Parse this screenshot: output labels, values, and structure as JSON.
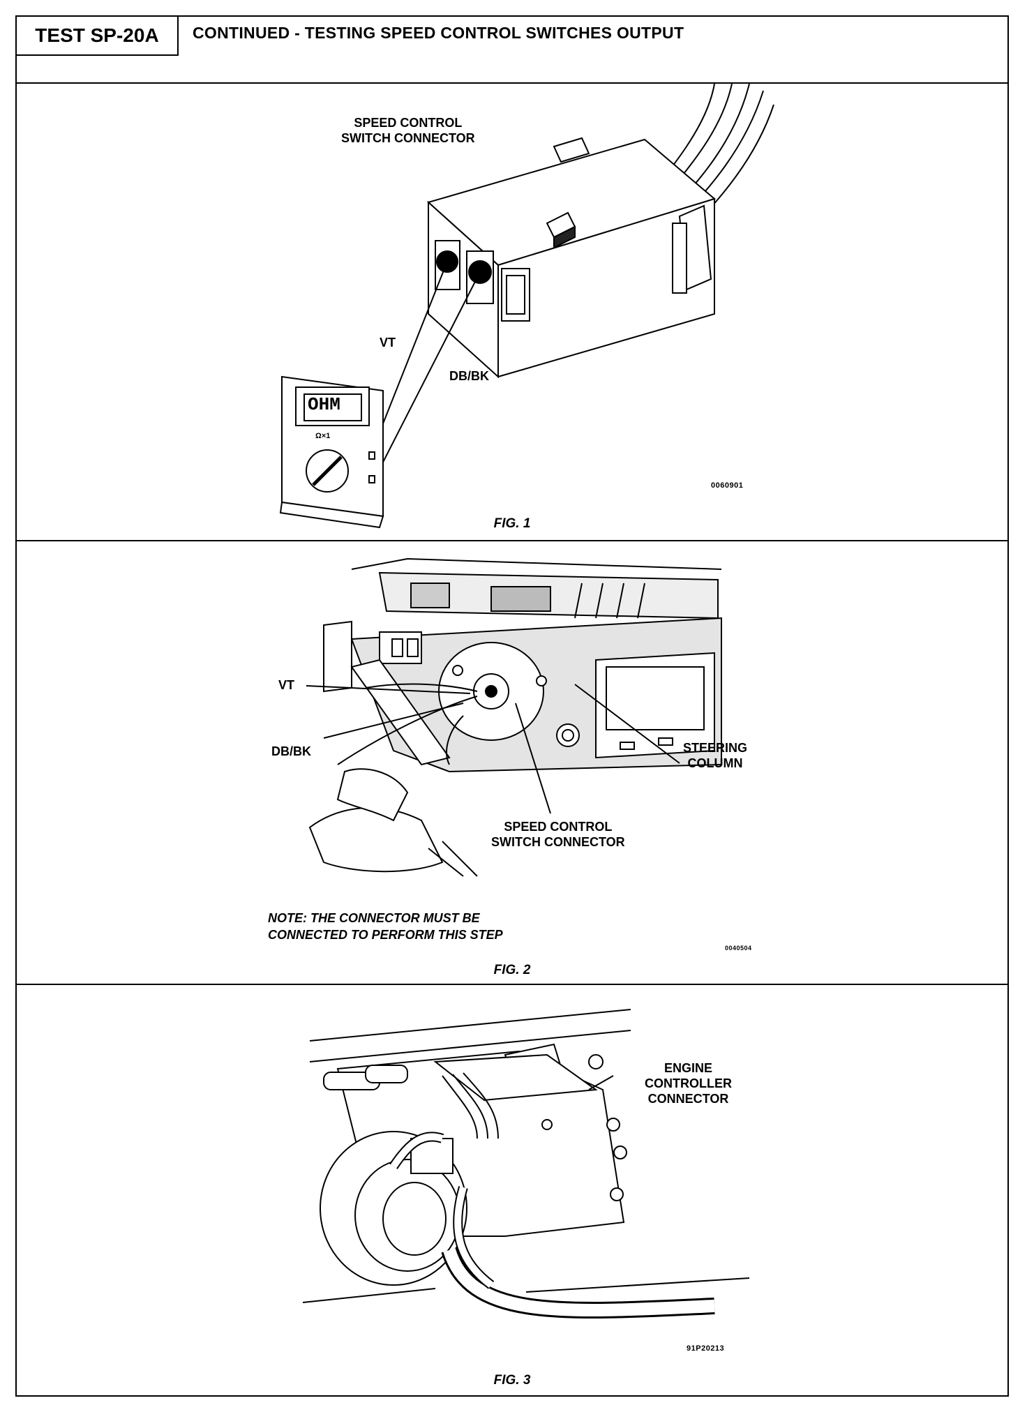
{
  "header": {
    "test_id": "TEST SP-20A",
    "title": "CONTINUED - TESTING SPEED CONTROL SWITCHES OUTPUT"
  },
  "fig1": {
    "connector_label_line1": "SPEED CONTROL",
    "connector_label_line2": "SWITCH CONNECTOR",
    "wire_vt": "VT",
    "wire_dbbk": "DB/BK",
    "meter_display": "OHM",
    "meter_range": "Ω×1",
    "image_code": "0060901",
    "caption": "FIG. 1"
  },
  "fig2": {
    "wire_vt": "VT",
    "wire_dbbk": "DB/BK",
    "steering_line1": "STEERING",
    "steering_line2": "COLUMN",
    "connector_line1": "SPEED CONTROL",
    "connector_line2": "SWITCH CONNECTOR",
    "note_line1": "NOTE: THE CONNECTOR MUST BE",
    "note_line2": "CONNECTED TO PERFORM THIS STEP",
    "image_code": "0040504",
    "caption": "FIG. 2"
  },
  "fig3": {
    "label_line1": "ENGINE",
    "label_line2": "CONTROLLER",
    "label_line3": "CONNECTOR",
    "image_code": "91P20213",
    "caption": "FIG. 3"
  }
}
